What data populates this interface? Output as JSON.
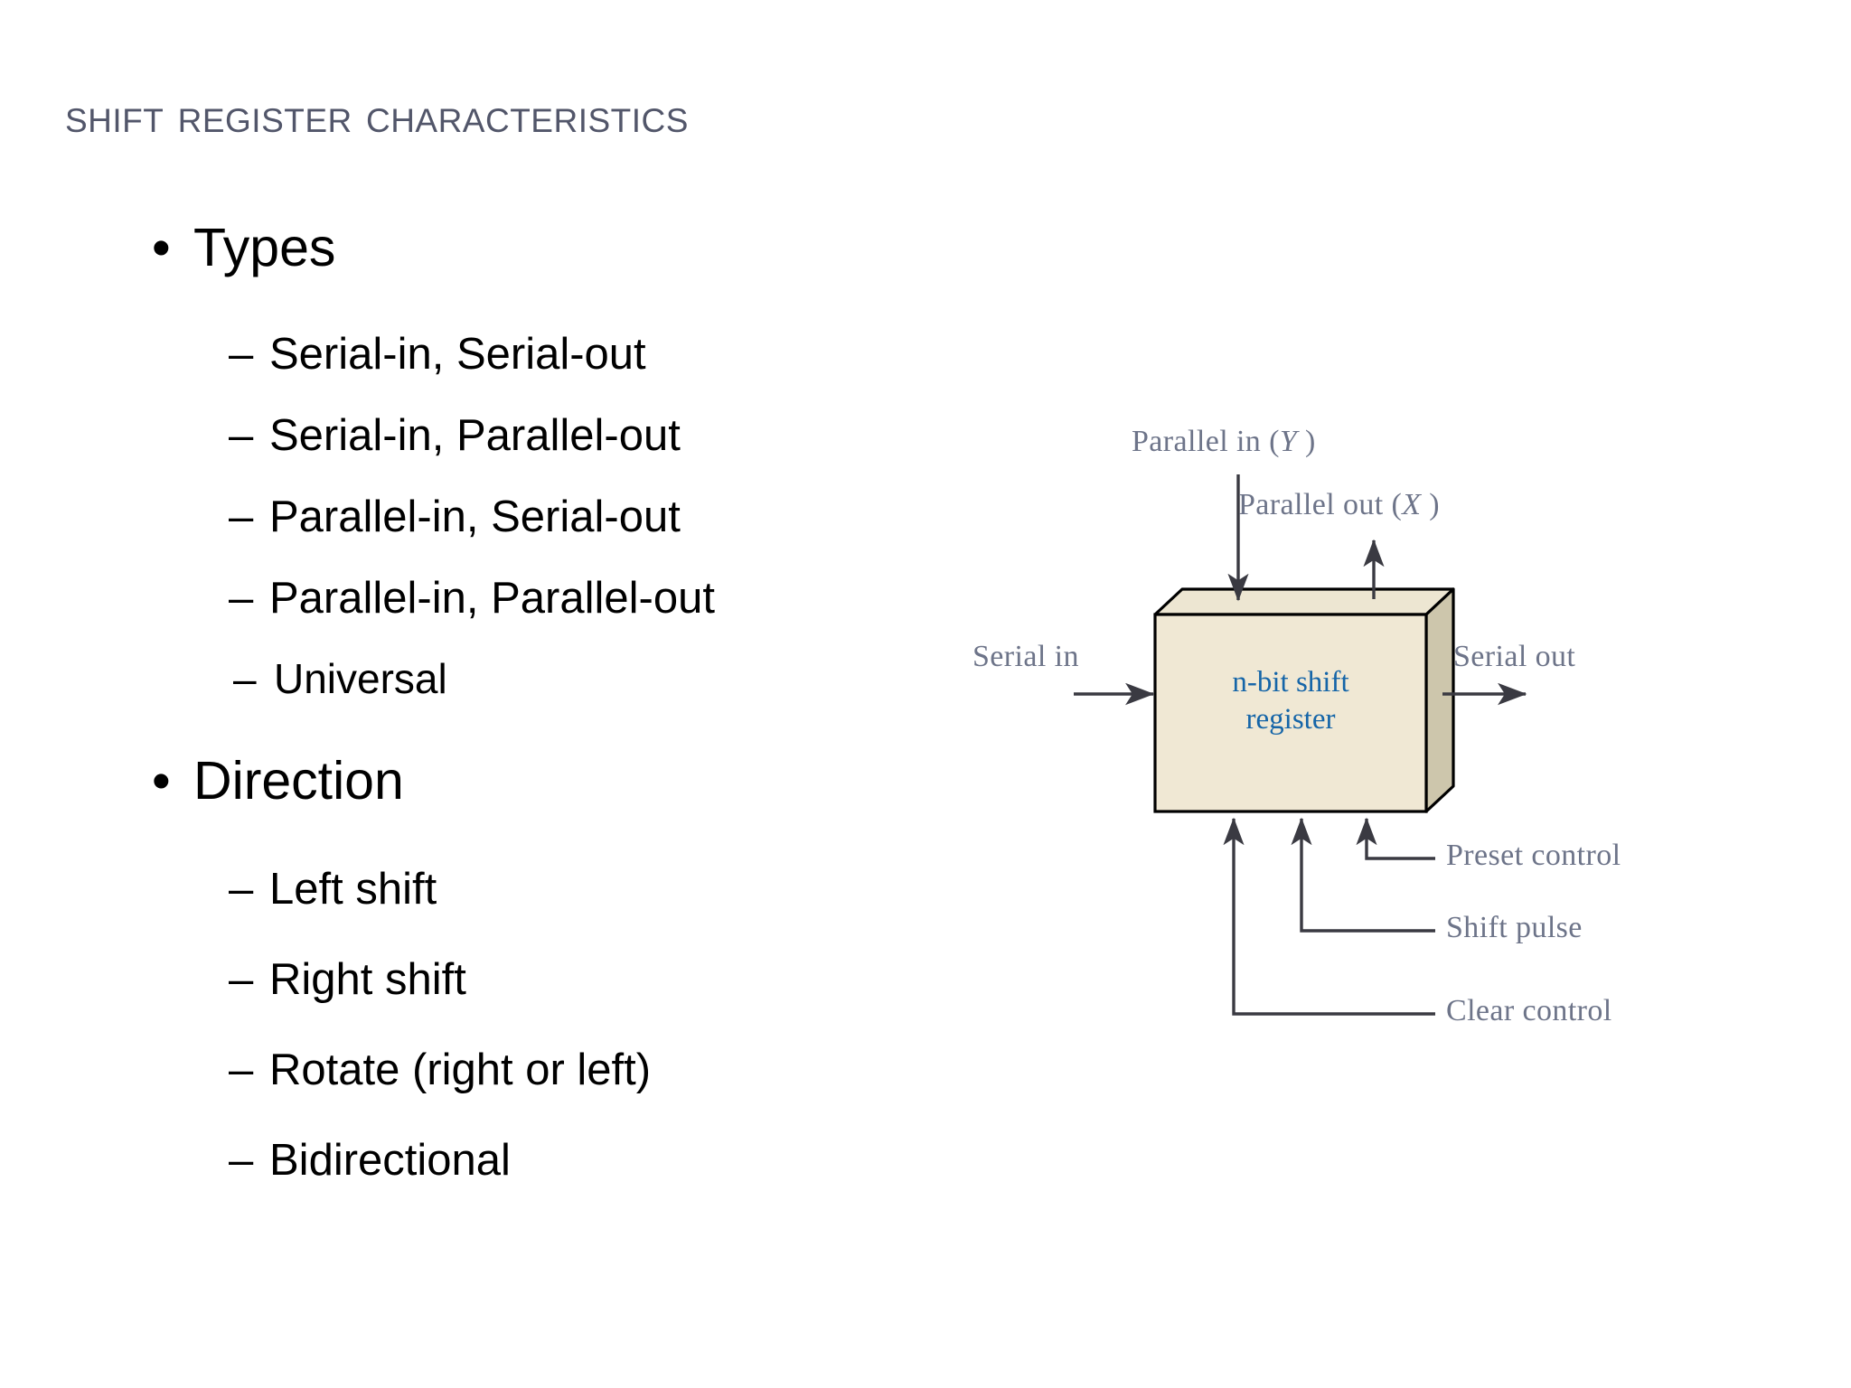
{
  "slide": {
    "title": "Shift Register Characteristics",
    "title_color": "#52566A",
    "background_color": "#FFFFFF"
  },
  "content": {
    "sections": [
      {
        "heading": "Types",
        "items": [
          "Serial-in, Serial-out",
          "Serial-in, Parallel-out",
          "Parallel-in, Serial-out",
          "Parallel-in, Parallel-out",
          "Universal"
        ]
      },
      {
        "heading": "Direction",
        "items": [
          "Left shift",
          "Right shift",
          "Rotate (right or left)",
          "Bidirectional"
        ]
      }
    ],
    "bullet_glyph": "•",
    "dash_glyph": "–",
    "text_color": "#000000"
  },
  "diagram": {
    "block_label_line1": "n-bit shift",
    "block_label_line2": "register",
    "block_label_color": "#1565A8",
    "block_fill_front": "#F0E8D4",
    "block_fill_top": "#EDE6D2",
    "block_fill_side": "#CDC6AC",
    "label_color": "#6D7489",
    "arrow_color": "#3A3A42",
    "labels": {
      "parallel_in": "Parallel in (",
      "parallel_in_var": "Y",
      "parallel_in_close": " )",
      "parallel_out": "Parallel out (",
      "parallel_out_var": "X",
      "parallel_out_close": " )",
      "serial_in": "Serial in",
      "serial_out": "Serial out",
      "preset_control": "Preset control",
      "shift_pulse": "Shift pulse",
      "clear_control": "Clear control"
    }
  }
}
